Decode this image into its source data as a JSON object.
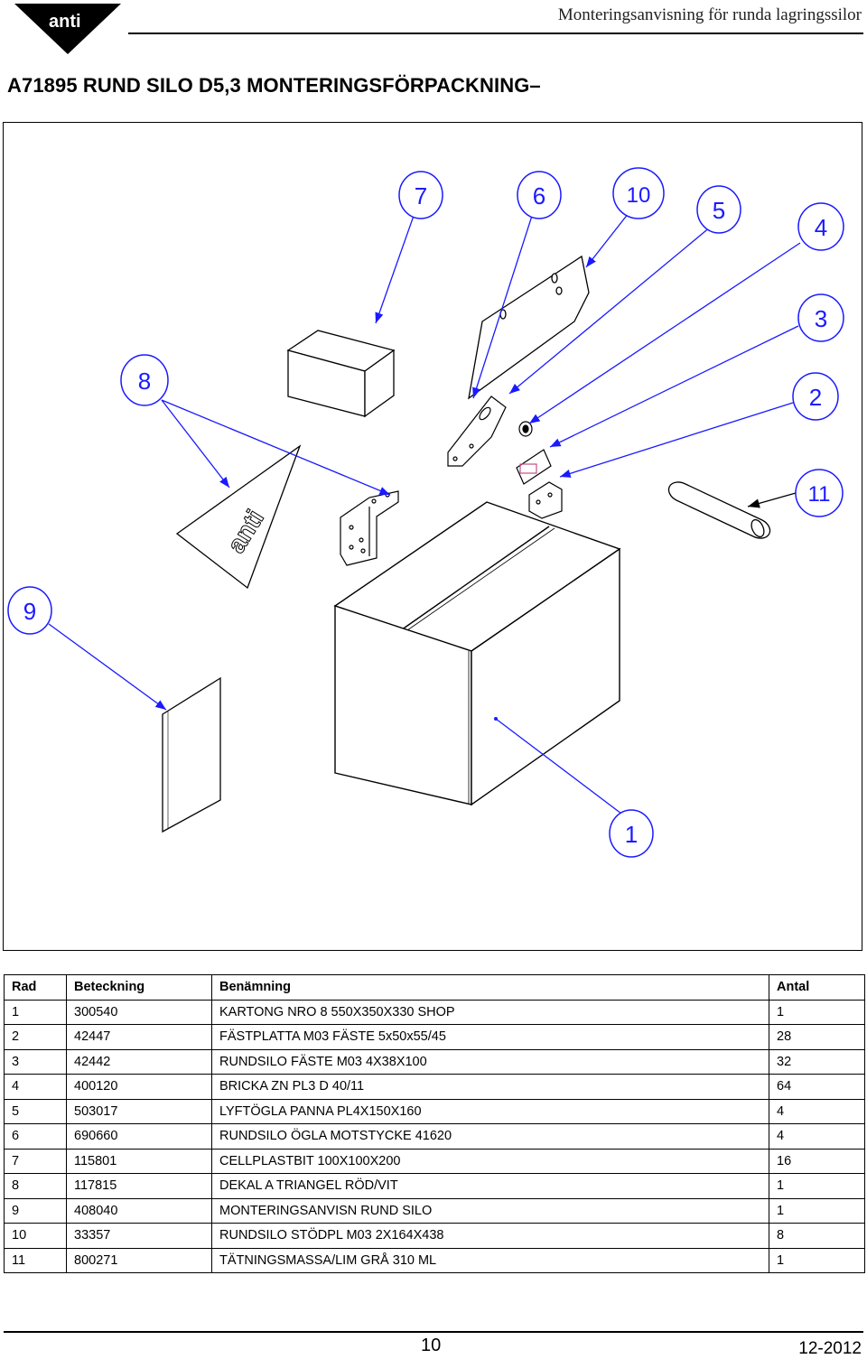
{
  "header": {
    "title": "Monteringsanvisning för runda lagringssilor"
  },
  "document": {
    "title": "A71895 RUND SILO D5,3 MONTERINGSFÖRPACKNING–"
  },
  "drawing": {
    "balloons": [
      {
        "label": "7"
      },
      {
        "label": "6"
      },
      {
        "label": "10"
      },
      {
        "label": "5"
      },
      {
        "label": "4"
      },
      {
        "label": "3"
      },
      {
        "label": "2"
      },
      {
        "label": "11"
      },
      {
        "label": "8"
      },
      {
        "label": "9"
      },
      {
        "label": "1"
      }
    ],
    "colors": {
      "leader": "#1a1aff",
      "outline": "#000000",
      "arrowhead": "#000000"
    }
  },
  "parts_table": {
    "headers": {
      "rad": "Rad",
      "beteckning": "Beteckning",
      "benamning": "Benämning",
      "antal": "Antal"
    },
    "rows": [
      {
        "rad": "1",
        "beteckning": "300540",
        "benamning": "KARTONG NRO 8 550X350X330 SHOP",
        "antal": "1"
      },
      {
        "rad": "2",
        "beteckning": "42447",
        "benamning": "FÄSTPLATTA M03 FÄSTE 5x50x55/45",
        "antal": "28"
      },
      {
        "rad": "3",
        "beteckning": "42442",
        "benamning": "RUNDSILO FÄSTE M03 4X38X100",
        "antal": "32"
      },
      {
        "rad": "4",
        "beteckning": "400120",
        "benamning": "BRICKA ZN PL3 D 40/11",
        "antal": "64"
      },
      {
        "rad": "5",
        "beteckning": "503017",
        "benamning": "LYFTÖGLA PANNA PL4X150X160",
        "antal": "4"
      },
      {
        "rad": "6",
        "beteckning": "690660",
        "benamning": "RUNDSILO ÖGLA MOTSTYCKE  41620",
        "antal": "4"
      },
      {
        "rad": "7",
        "beteckning": "115801",
        "benamning": "CELLPLASTBIT 100X100X200",
        "antal": "16"
      },
      {
        "rad": "8",
        "beteckning": "117815",
        "benamning": "DEKAL A TRIANGEL RÖD/VIT",
        "antal": "1"
      },
      {
        "rad": "9",
        "beteckning": "408040",
        "benamning": "MONTERINGSANVISN RUND SILO",
        "antal": "1"
      },
      {
        "rad": "10",
        "beteckning": "33357",
        "benamning": "RUNDSILO STÖDPL M03 2X164X438",
        "antal": "8"
      },
      {
        "rad": "11",
        "beteckning": "800271",
        "benamning": "TÄTNINGSMASSA/LIM GRÅ 310 ML",
        "antal": "1"
      }
    ]
  },
  "footer": {
    "page_number": "10",
    "date": "12-2012"
  }
}
